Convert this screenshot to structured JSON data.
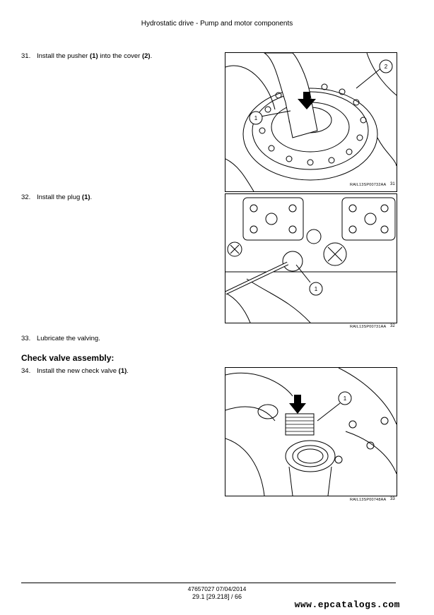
{
  "header": {
    "title": "Hydrostatic drive - Pump and motor components"
  },
  "steps": [
    {
      "num": "31.",
      "pre": "Install the pusher ",
      "ref1": "(1)",
      "mid": " into the cover ",
      "ref2": "(2)",
      "post": "."
    },
    {
      "num": "32.",
      "pre": "Install the plug ",
      "ref1": "(1)",
      "post": "."
    },
    {
      "num": "33.",
      "text": "Lubricate the valving."
    },
    {
      "num": "34.",
      "pre": "Install the new check valve ",
      "ref1": "(1)",
      "post": "."
    }
  ],
  "section": {
    "title": "Check valve assembly:"
  },
  "figures": [
    {
      "code": "RAIL13SP00732AA",
      "number": "31",
      "callouts": [
        "1",
        "2"
      ]
    },
    {
      "code": "RAIL13SP00731AA",
      "number": "32",
      "callouts": [
        "1"
      ]
    },
    {
      "code": "RAIL13SP00748AA",
      "number": "33",
      "callouts": [
        "1"
      ]
    }
  ],
  "footer": {
    "doc": "47657027 07/04/2014",
    "page": "29.1 [29.218] / 66"
  },
  "watermark": {
    "text": "www.epcatalogs.com"
  }
}
